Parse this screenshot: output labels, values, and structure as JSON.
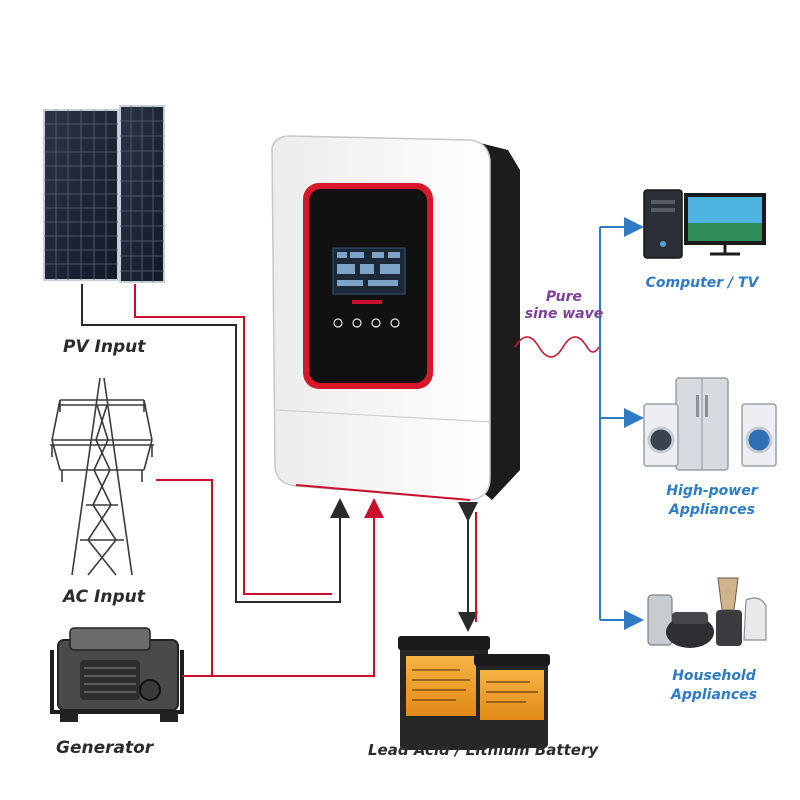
{
  "labels": {
    "pv_input": "PV Input",
    "ac_input": "AC Input",
    "generator": "Generator",
    "battery": "Lead Acid / Lithium Battery",
    "pure_sine_line1": "Pure",
    "pure_sine_line2": "sine wave",
    "computer_tv": "Computer / TV",
    "high_power_line1": "High-power",
    "high_power_line2": "Appliances",
    "household_line1": "Household",
    "household_line2": "Appliances"
  },
  "icons": {
    "solar": "solar-panel-icon",
    "tower": "transmission-tower-icon",
    "generator": "generator-icon",
    "inverter": "inverter-icon",
    "battery": "battery-icon",
    "computer": "computer-tv-icon",
    "appliances": "appliances-icon",
    "household": "kitchen-appliances-icon"
  },
  "colors": {
    "wire_dark": "#2a2a2a",
    "wire_red": "#c8102e",
    "output_blue": "#2e7bc4",
    "purple_text": "#7d3f98",
    "inverter_body": "#f2f2f2",
    "inverter_frame": "#d6182a",
    "battery_orange": "#f0a02a"
  }
}
